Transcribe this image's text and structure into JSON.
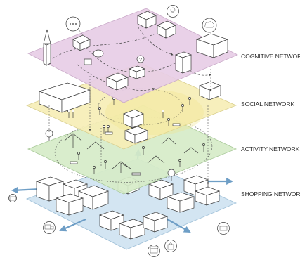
{
  "layers": [
    {
      "id": "cognitive",
      "label": "COGNITIVE NETWORK",
      "fill": "#e7cde6",
      "edge": "#c9a9c8"
    },
    {
      "id": "social",
      "label": "SOCIAL NETWORK",
      "fill": "#f6eeb6",
      "edge": "#d9cf8e"
    },
    {
      "id": "activity",
      "label": "ACTIVITY NETWORK",
      "fill": "#d6ebc8",
      "edge": "#a9c99a"
    },
    {
      "id": "shopping",
      "label": "SHOPPING NETWORK",
      "fill": "#cfe3f1",
      "edge": "#9fc0d8"
    }
  ],
  "colors": {
    "line": "#3a3a3a",
    "arrow": "#6e9ec6",
    "background": "#ffffff"
  },
  "icons": [
    "speech-bubble-icon",
    "lightbulb-icon",
    "thought-cloud-icon",
    "question-mark-icon",
    "shopping-bag-icon",
    "delivery-truck-icon",
    "storefront-icon",
    "cash-register-icon",
    "church-tower-icon"
  ]
}
